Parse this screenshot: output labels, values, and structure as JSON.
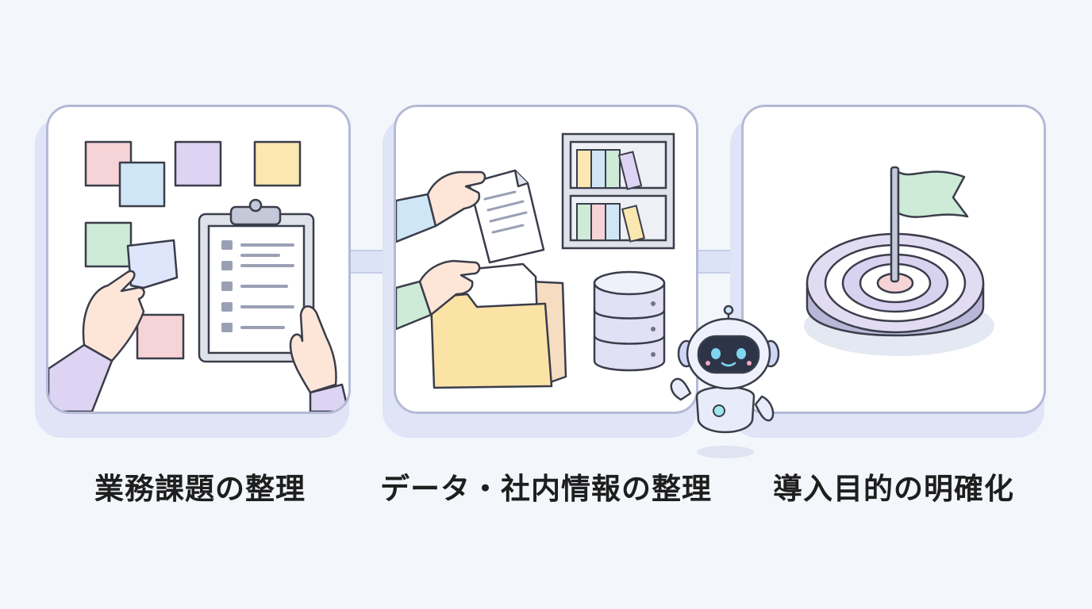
{
  "steps": [
    {
      "label": "業務課題の整理",
      "icon": "sticky-notes-clipboard-icon"
    },
    {
      "label": "データ・社内情報の整理",
      "icon": "documents-folder-database-icon"
    },
    {
      "label": "導入目的の明確化",
      "icon": "target-flag-icon"
    }
  ],
  "mascot": {
    "icon": "robot-icon"
  },
  "colors": {
    "background": "#f3f6fb",
    "panel_border": "#b4bad6",
    "panel_shadow": "#dfe4f7",
    "pink": "#f6d3d6",
    "blue": "#cfe6f7",
    "lavender": "#ddd3f2",
    "yellow": "#fbe7b0",
    "green": "#cdebd7"
  }
}
